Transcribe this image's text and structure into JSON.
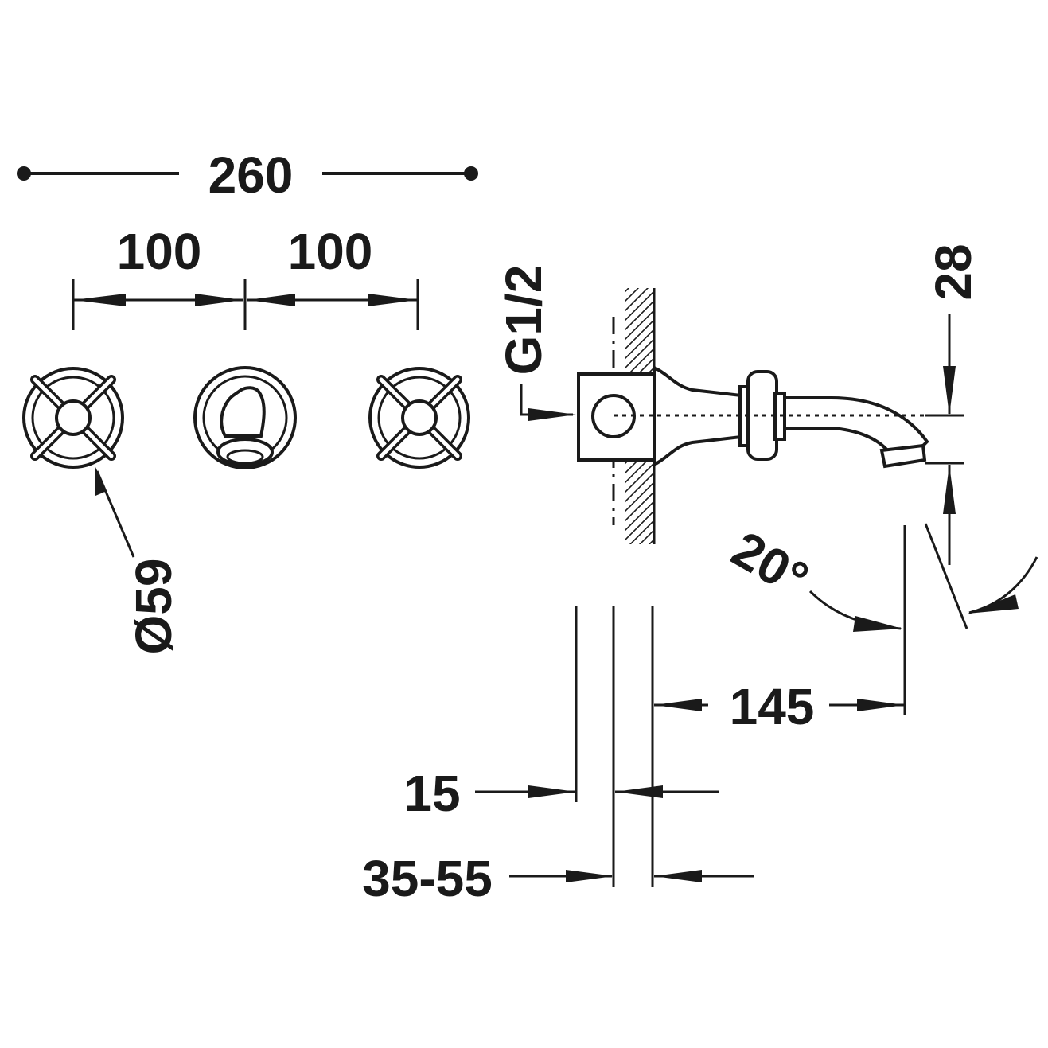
{
  "dimensions": {
    "overall_width": "260",
    "spacing_left": "100",
    "spacing_right": "100",
    "handle_diameter": "Ø59",
    "inlet_thread": "G1/2",
    "outlet_height": "28",
    "tilt_angle": "20°",
    "spout_projection": "145",
    "plate_thickness": "15",
    "wall_range": "35-55"
  }
}
